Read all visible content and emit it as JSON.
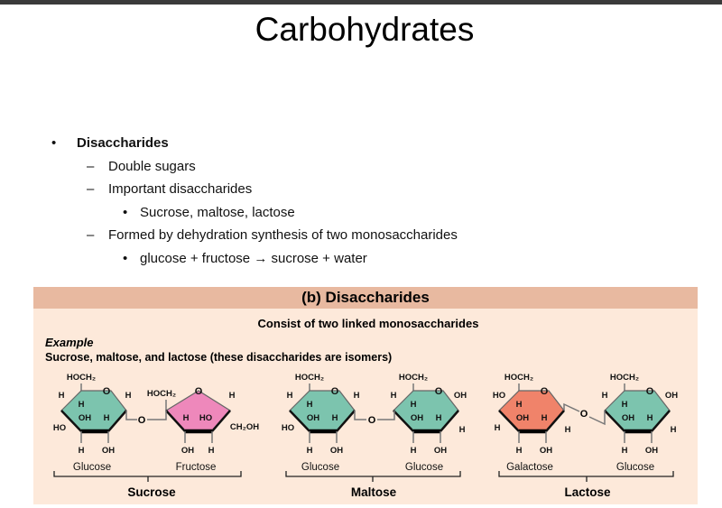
{
  "slide": {
    "title": "Carbohydrates",
    "bullet": "Disaccharides",
    "dash1": "Double sugars",
    "dash2": "Important disaccharides",
    "sub1": "Sucrose, maltose, lactose",
    "dash3": "Formed by dehydration synthesis of two monosaccharides",
    "sub2": "glucose + fructose → sucrose + water"
  },
  "figure": {
    "header": "(b)  Disaccharides",
    "caption": "Consist of two linked monosaccharides",
    "example_label": "Example",
    "example_text": "Sucrose, maltose, and lactose (these disaccharides are isomers)",
    "colors": {
      "glucose": "#7cc4ae",
      "fructose": "#ee88bb",
      "galactose": "#f0836a",
      "band": "#e8b9a0",
      "panel": "#fde9da"
    },
    "molecules": [
      {
        "name": "Glucose",
        "shape": "hex",
        "color": "glucose",
        "labels": {
          "hoch2": "HOCH₂",
          "o": "O",
          "tl": "H",
          "tr": "H",
          "in1": "H",
          "in2": "OH",
          "in3": "H",
          "l": "HO",
          "r": "",
          "b1": "H",
          "b2": "OH"
        }
      },
      {
        "name": "Fructose",
        "shape": "pent",
        "color": "fructose",
        "labels": {
          "hoch2": "HOCH₂",
          "o": "O",
          "tr": "H",
          "in1": "H",
          "in2": "HO",
          "r": "CH₂OH",
          "b1": "OH",
          "b2": "H"
        }
      },
      {
        "name": "Glucose",
        "shape": "hex",
        "color": "glucose",
        "labels": {
          "hoch2": "HOCH₂",
          "o": "O",
          "tl": "H",
          "tr": "H",
          "in1": "H",
          "in2": "OH",
          "in3": "H",
          "l": "HO",
          "r": "",
          "b1": "H",
          "b2": "OH"
        }
      },
      {
        "name": "Glucose",
        "shape": "hex",
        "color": "glucose",
        "labels": {
          "hoch2": "HOCH₂",
          "o": "O",
          "tl": "H",
          "tr": "OH",
          "in1": "H",
          "in2": "OH",
          "in3": "H",
          "l": "",
          "r": "H",
          "b1": "H",
          "b2": "OH"
        }
      },
      {
        "name": "Galactose",
        "shape": "hex",
        "color": "galactose",
        "labels": {
          "hoch2": "HOCH₂",
          "o": "O",
          "tl": "HO",
          "tr": "",
          "in1": "H",
          "in2": "OH",
          "in3": "H",
          "l": "H",
          "r": "H",
          "b1": "H",
          "b2": "OH"
        }
      },
      {
        "name": "Glucose",
        "shape": "hex",
        "color": "glucose",
        "labels": {
          "hoch2": "HOCH₂",
          "o": "O",
          "tl": "H",
          "tr": "OH",
          "in1": "H",
          "in2": "OH",
          "in3": "H",
          "l": "",
          "r": "H",
          "b1": "H",
          "b2": "OH"
        }
      }
    ],
    "linkage_o": "O",
    "disaccharides": [
      "Sucrose",
      "Maltose",
      "Lactose"
    ]
  }
}
